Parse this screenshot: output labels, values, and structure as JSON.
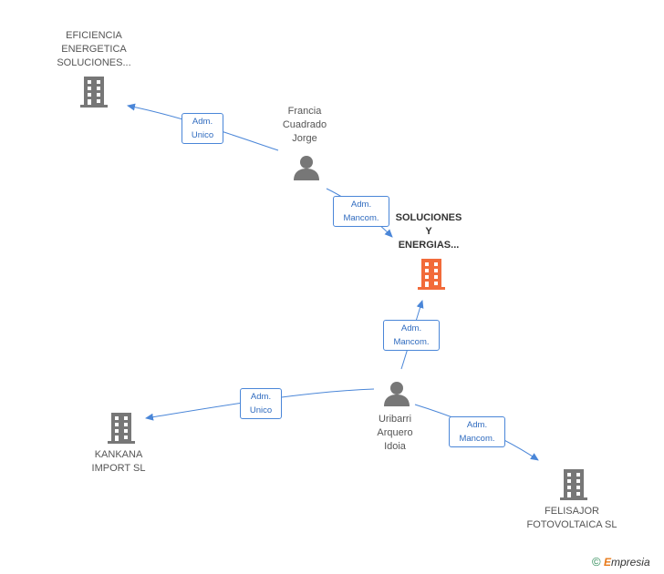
{
  "nodes": {
    "eficiencia": {
      "label": "EFICIENCIA\nENERGETICA\nSOLUCIONES...",
      "icon": "building-icon",
      "color": "#777777"
    },
    "francia": {
      "label": "Francia\nCuadrado\nJorge",
      "icon": "person-icon",
      "color": "#777777"
    },
    "soluciones": {
      "label": "SOLUCIONES\nY\nENERGIAS...",
      "icon": "building-icon",
      "color": "#f26b3a"
    },
    "uribarri": {
      "label": "Uribarri\nArquero\nIdoia",
      "icon": "person-icon",
      "color": "#777777"
    },
    "kankana": {
      "label": "KANKANA\nIMPORT SL",
      "icon": "building-icon",
      "color": "#777777"
    },
    "felisajor": {
      "label": "FELISAJOR\nFOTOVOLTAICA SL",
      "icon": "building-icon",
      "color": "#777777"
    }
  },
  "edges": [
    {
      "id": "francia-eficiencia",
      "label": "Adm.\nUnico"
    },
    {
      "id": "francia-soluciones",
      "label": "Adm.\nMancom."
    },
    {
      "id": "uribarri-soluciones",
      "label": "Adm.\nMancom."
    },
    {
      "id": "uribarri-kankana",
      "label": "Adm.\nUnico"
    },
    {
      "id": "uribarri-felisajor",
      "label": "Adm.\nMancom."
    }
  ],
  "colors": {
    "edge": "#4a86d8",
    "edge_label": "#2f6bbf"
  },
  "footer": {
    "copyright": "©",
    "brand_initial": "E",
    "brand_rest": "mpresia"
  }
}
